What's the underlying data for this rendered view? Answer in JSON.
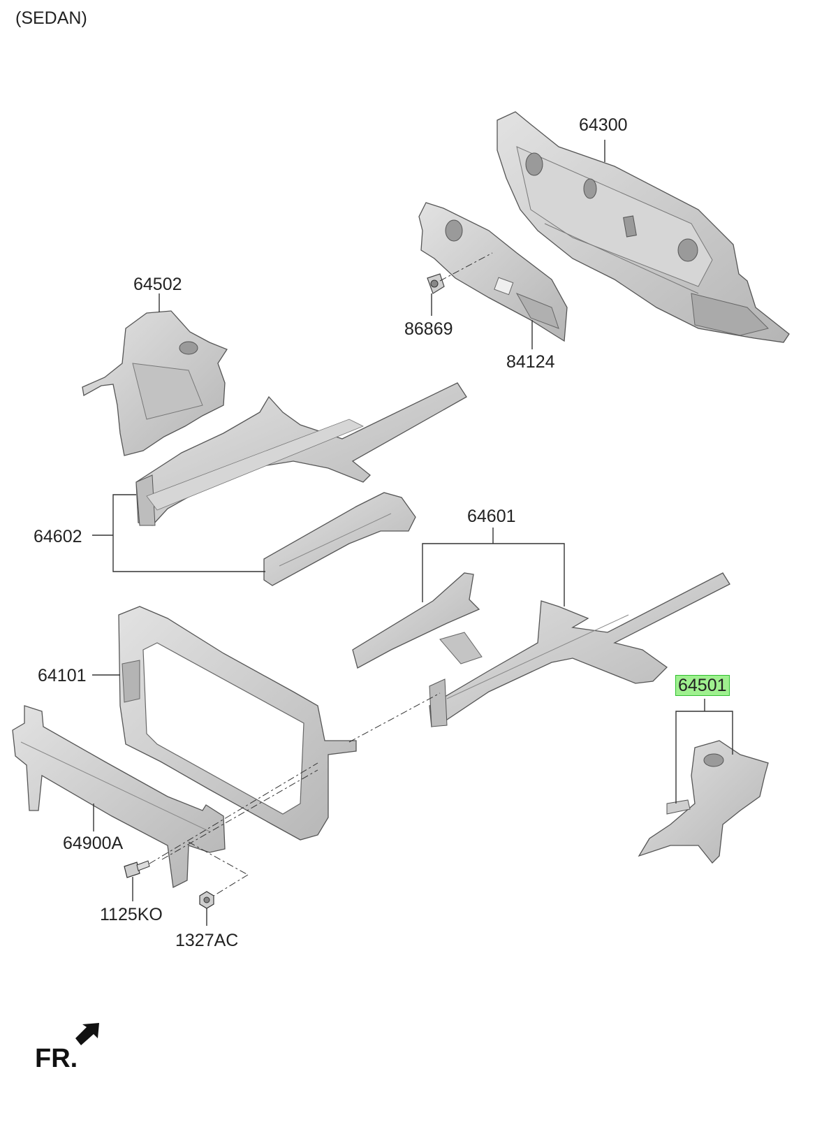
{
  "variant_label": "(SEDAN)",
  "front_label": "FR.",
  "colors": {
    "part_fill": "#c9c9c9",
    "part_dark": "#a8a8a8",
    "part_light": "#e3e3e3",
    "line": "#333333",
    "highlight": "#9ff08f",
    "highlight_border": "#2fbf2f"
  },
  "parts": [
    {
      "id": "64300",
      "label": "64300",
      "name": "dash-panel"
    },
    {
      "id": "84124",
      "label": "84124",
      "name": "dash-insulator"
    },
    {
      "id": "86869",
      "label": "86869",
      "name": "clip"
    },
    {
      "id": "64502",
      "label": "64502",
      "name": "wheel-house-rh"
    },
    {
      "id": "64602",
      "label": "64602",
      "name": "front-side-member-rh"
    },
    {
      "id": "64601",
      "label": "64601",
      "name": "front-side-member-lh"
    },
    {
      "id": "64501",
      "label": "64501",
      "name": "wheel-house-lh",
      "highlighted": true
    },
    {
      "id": "64101",
      "label": "64101",
      "name": "radiator-support"
    },
    {
      "id": "64900A",
      "label": "64900A",
      "name": "bumper-beam"
    },
    {
      "id": "1125KO",
      "label": "1125KO",
      "name": "bolt"
    },
    {
      "id": "1327AC",
      "label": "1327AC",
      "name": "nut"
    }
  ]
}
